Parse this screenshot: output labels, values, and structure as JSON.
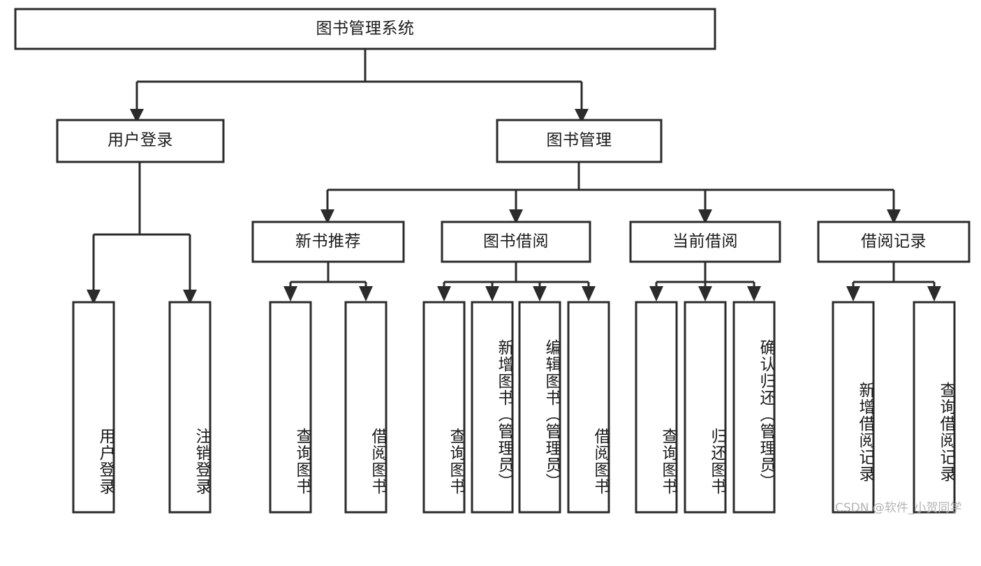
{
  "diagram": {
    "type": "hierarchy-tree",
    "title": "图书管理系统",
    "levels": 4,
    "root": {
      "label": "图书管理系统",
      "orientation": "horizontal"
    },
    "level2": [
      {
        "label": "用户登录",
        "orientation": "horizontal"
      },
      {
        "label": "图书管理",
        "orientation": "horizontal"
      }
    ],
    "level3": [
      {
        "label": "新书推荐",
        "orientation": "horizontal",
        "parent": "图书管理"
      },
      {
        "label": "图书借阅",
        "orientation": "horizontal",
        "parent": "图书管理"
      },
      {
        "label": "当前借阅",
        "orientation": "horizontal",
        "parent": "图书管理"
      },
      {
        "label": "借阅记录",
        "orientation": "horizontal",
        "parent": "图书管理"
      }
    ],
    "leaves": [
      {
        "label": "用户登录",
        "orientation": "vertical",
        "parent": "用户登录"
      },
      {
        "label": "注销登录",
        "orientation": "vertical",
        "parent": "用户登录"
      },
      {
        "label": "查询图书",
        "orientation": "vertical",
        "parent": "新书推荐"
      },
      {
        "label": "借阅图书",
        "orientation": "vertical",
        "parent": "新书推荐"
      },
      {
        "label": "查询图书",
        "orientation": "vertical",
        "parent": "图书借阅"
      },
      {
        "label": "新增图书（管理员）",
        "orientation": "vertical",
        "parent": "图书借阅"
      },
      {
        "label": "编辑图书（管理员）",
        "orientation": "vertical",
        "parent": "图书借阅"
      },
      {
        "label": "借阅图书",
        "orientation": "vertical",
        "parent": "图书借阅"
      },
      {
        "label": "查询图书",
        "orientation": "vertical",
        "parent": "当前借阅"
      },
      {
        "label": "归还图书",
        "orientation": "vertical",
        "parent": "当前借阅"
      },
      {
        "label": "确认归还（管理员）",
        "orientation": "vertical",
        "parent": "当前借阅"
      },
      {
        "label": "新增借阅记录",
        "orientation": "vertical",
        "parent": "借阅记录"
      },
      {
        "label": "查询借阅记录",
        "orientation": "vertical",
        "parent": "借阅记录"
      }
    ],
    "colors": {
      "stroke": "#2b2b2b",
      "fill": "#ffffff",
      "text": "#1a1a1a",
      "watermark": "#b4b4b4",
      "background": "#ffffff"
    }
  },
  "watermark": {
    "text": "CSDN @软件_小贺同学"
  }
}
